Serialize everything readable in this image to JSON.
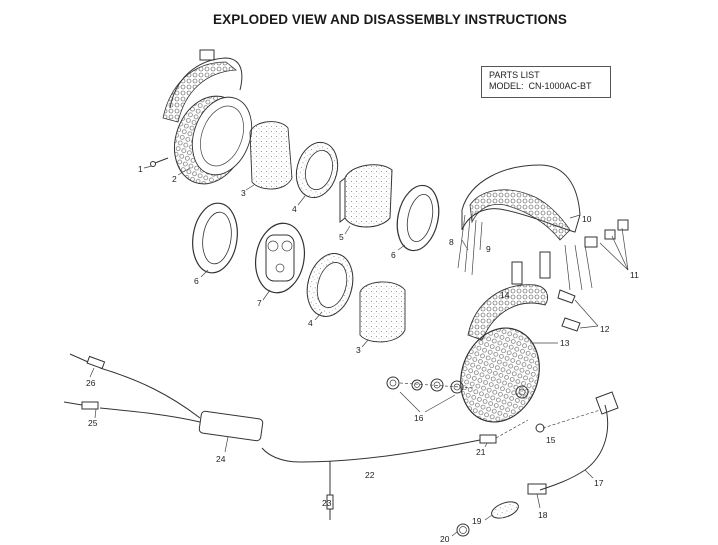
{
  "title": "EXPLODED VIEW AND DISASSEMBLY INSTRUCTIONS",
  "parts_list": {
    "heading": "PARTS LIST",
    "model_label": "MODEL:",
    "model_value": "CN-1000AC-BT"
  },
  "callouts": [
    "1",
    "2",
    "3",
    "4",
    "5",
    "6",
    "6",
    "7",
    "4",
    "3",
    "8",
    "9",
    "10",
    "11",
    "12",
    "13",
    "14",
    "15",
    "16",
    "17",
    "18",
    "19",
    "20",
    "21",
    "22",
    "23",
    "24",
    "25",
    "26"
  ],
  "colors": {
    "line": "#333333",
    "foam": "#f2f2f2"
  }
}
